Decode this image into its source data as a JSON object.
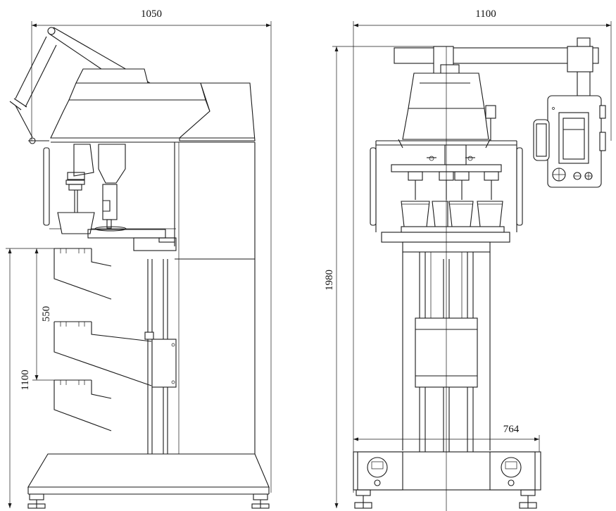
{
  "drawing": {
    "dimensions": {
      "side_width": "1050",
      "front_width": "1100",
      "overall_height": "1980",
      "tray_pitch": "550",
      "tray_height": "1100",
      "base_width": "764"
    }
  }
}
